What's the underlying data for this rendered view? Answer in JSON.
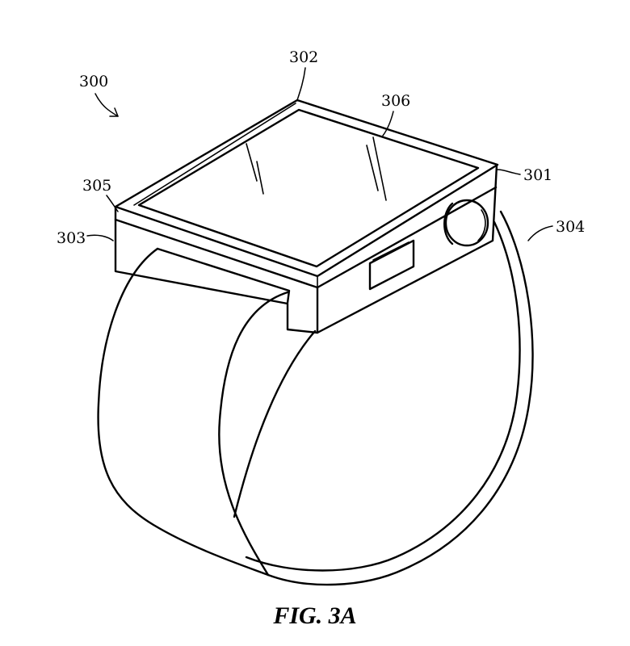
{
  "figure": {
    "caption": "FIG. 3A"
  },
  "labels": {
    "device": "300",
    "body": "301",
    "top_edge": "302",
    "left_side": "303",
    "band": "304",
    "bezel": "305",
    "display": "306"
  },
  "colors": {
    "line": "#000000",
    "background": "#ffffff"
  }
}
